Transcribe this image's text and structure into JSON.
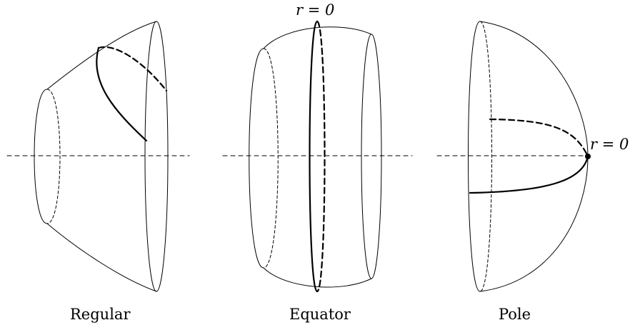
{
  "labels": {
    "regular": "Regular",
    "equator": "Equator",
    "pole": "Pole",
    "equator_r0": "r = 0",
    "pole_r0": "r = 0"
  },
  "colors": {
    "stroke": "#000000",
    "background": "#ffffff"
  }
}
